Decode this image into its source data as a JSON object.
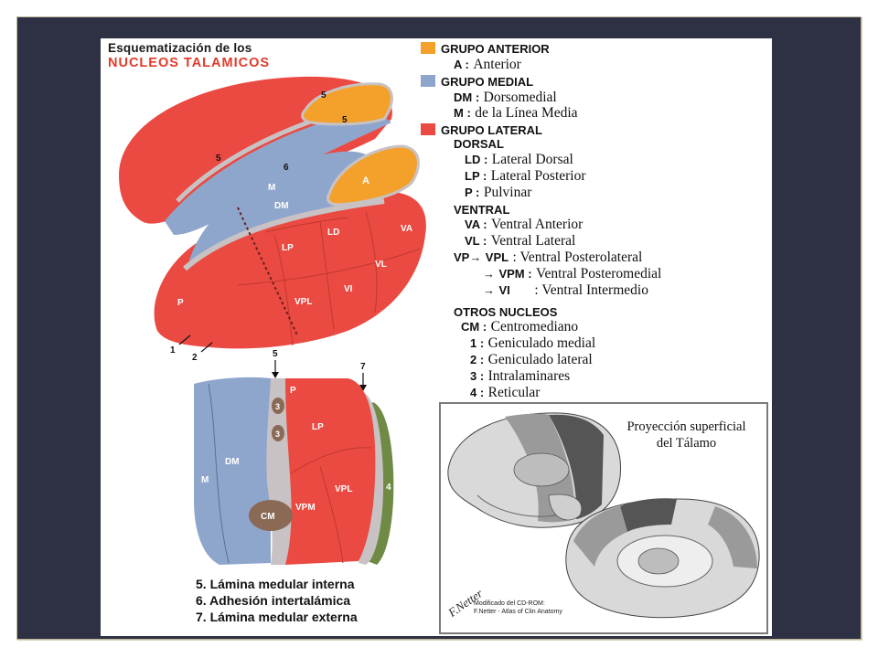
{
  "title_line1": "Esquematización de los",
  "title_line2": "NUCLEOS TALAMICOS",
  "colors": {
    "anterior": "#f4a12c",
    "medial": "#8fa6cc",
    "lateral": "#ea4a42",
    "lamina": "#c8c2c4",
    "reticular": "#6e8a45",
    "centromediano": "#8a6a55"
  },
  "legend": {
    "anterior": {
      "label": "GRUPO ANTERIOR",
      "items": [
        {
          "code": "A :",
          "desc": "Anterior"
        }
      ]
    },
    "medial": {
      "label": "GRUPO MEDIAL",
      "items": [
        {
          "code": "DM :",
          "desc": "Dorsomedial"
        },
        {
          "code": "M   :",
          "desc": "de la Línea Media"
        }
      ]
    },
    "lateral": {
      "label": "GRUPO LATERAL"
    },
    "dorsal": {
      "label": "DORSAL",
      "items": [
        {
          "code": "LD :",
          "desc": "Lateral Dorsal"
        },
        {
          "code": "LP :",
          "desc": "Lateral Posterior"
        },
        {
          "code": "P   :",
          "desc": "Pulvinar"
        }
      ]
    },
    "ventral": {
      "label": "VENTRAL",
      "items": [
        {
          "code": "VA :",
          "desc": "Ventral Anterior"
        },
        {
          "code": "VL  :",
          "desc": "Ventral Lateral"
        }
      ]
    },
    "vp": {
      "code": "VP",
      "items": [
        {
          "code": "VPL",
          "desc": ": Ventral Posterolateral"
        },
        {
          "code": "VPM :",
          "desc": "Ventral Posteromedial"
        },
        {
          "code": "VI",
          "desc": ": Ventral Intermedio"
        }
      ]
    },
    "otros": {
      "label": "OTROS NUCLEOS",
      "items": [
        {
          "code": "CM :",
          "desc": "Centromediano"
        },
        {
          "code": "1  :",
          "desc": "Geniculado medial"
        },
        {
          "code": "2  :",
          "desc": "Geniculado lateral"
        },
        {
          "code": "3  :",
          "desc": "Intralaminares"
        },
        {
          "code": "4  :",
          "desc": "Reticular"
        }
      ]
    }
  },
  "diagram_labels": {
    "l5a": "5",
    "l5b": "5",
    "l5c": "5",
    "l6": "6",
    "A": "A",
    "M": "M",
    "DM": "DM",
    "LD": "LD",
    "VA": "VA",
    "LP": "LP",
    "VL": "VL",
    "P": "P",
    "VI": "VI",
    "VPL": "VPL",
    "n1": "1",
    "n2": "2"
  },
  "section_labels": {
    "n5": "5",
    "n7": "7",
    "P": "P",
    "s3a": "3",
    "s3b": "3",
    "LP": "LP",
    "DM": "DM",
    "M": "M",
    "CM": "CM",
    "VPM": "VPM",
    "VPL": "VPL",
    "n4": "4"
  },
  "notes": [
    "5. Lámina medular interna",
    "6. Adhesión intertalámica",
    "7. Lámina medular externa"
  ],
  "inset": {
    "title_line1": "Proyección superficial",
    "title_line2": "del Tálamo",
    "credit_line1": "Modificado del CD-ROM:",
    "credit_line2": "F.Netter - Atlas of Clin Anatomy",
    "signature": "F.Netter"
  }
}
